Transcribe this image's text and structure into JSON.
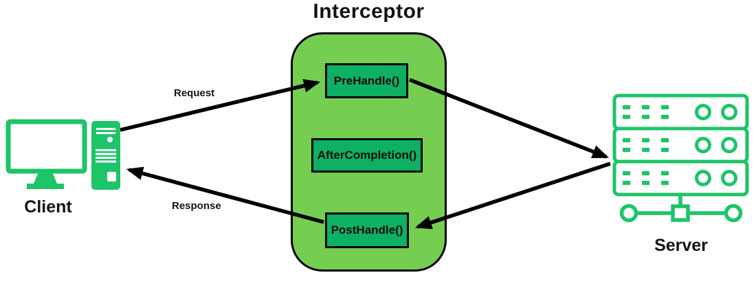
{
  "title": "Interceptor",
  "interceptor": {
    "methods": [
      {
        "label": "PreHandle()"
      },
      {
        "label": "AfterCompletion()"
      },
      {
        "label": "PostHandle()"
      }
    ]
  },
  "client": {
    "label": "Client"
  },
  "server": {
    "label": "Server"
  },
  "flows": {
    "request_label": "Request",
    "response_label": "Response"
  },
  "icons": {
    "client": "desktop-computer-icon",
    "server": "server-rack-network-icon"
  },
  "colors": {
    "panel_fill": "#75CE52",
    "method_fill": "#0EB163",
    "icon_green": "#1EC468",
    "outline": "#000000",
    "text": "#141414"
  }
}
